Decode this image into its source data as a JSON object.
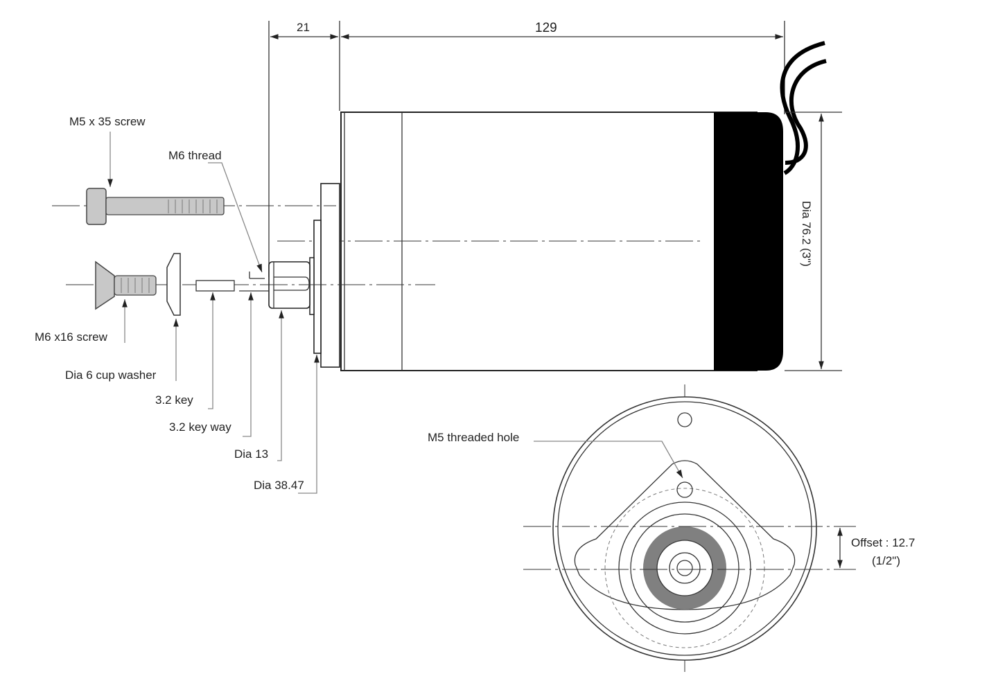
{
  "dimensions": {
    "shaft_length": "21",
    "body_length": "129",
    "diameter": "Dia 76.2  (3\")",
    "offset": "Offset : 12.7",
    "offset_inch": "(1/2\")"
  },
  "labels": {
    "m5_screw": "M5 x 35 screw",
    "m6_thread": "M6 thread",
    "m6_screw": "M6 x16 screw",
    "cup_washer": "Dia 6 cup washer",
    "key": "3.2 key",
    "key_way": "3.2 key way",
    "dia13": "Dia 13",
    "dia3847": "Dia 38.47",
    "m5_hole": "M5 threaded hole"
  },
  "colors": {
    "part_fill": "#c8c8c8",
    "end_cap": "#000000",
    "bearing_ring": "#808080"
  }
}
